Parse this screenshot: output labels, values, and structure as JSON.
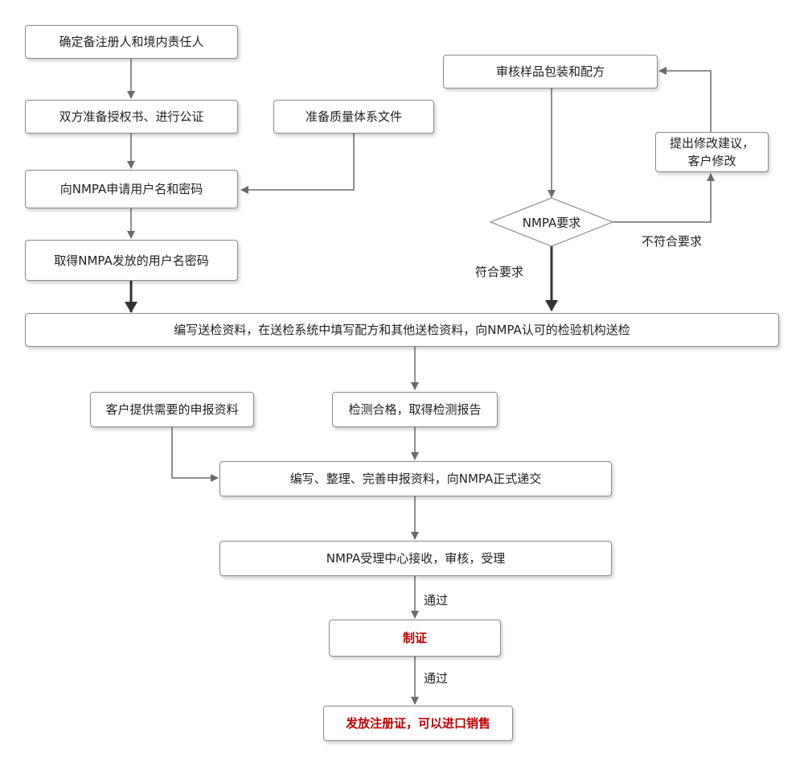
{
  "nodes": {
    "determine_registrant": "确定备注册人和境内责任人",
    "prepare_authorization": "双方准备授权书、进行公证",
    "prepare_quality_docs": "准备质量体系文件",
    "apply_username": "向NMPA申请用户名和密码",
    "obtain_username": "取得NMPA发放的用户名密码",
    "review_packaging": "审核样品包装和配方",
    "suggest_modify_line1": "提出修改建议，",
    "suggest_modify_line2": "客户修改",
    "nmpa_requirement": "NMPA要求",
    "write_test_materials": "编写送检资料，在送检系统中填写配方和其他送检资料，向NMPA认可的检验机构送检",
    "customer_provide": "客户提供需要的申报资料",
    "test_pass": "检测合格，取得检测报告",
    "compile_submit": "编写、整理、完善申报资料，向NMPA正式递交",
    "nmpa_accept": "NMPA受理中心接收，审核，受理",
    "make_certificate": "制证",
    "issue_certificate": "发放注册证，可以进口销售"
  },
  "edge_labels": {
    "not_compliant": "不符合要求",
    "compliant": "符合要求",
    "pass_1": "通过",
    "pass_2": "通过"
  },
  "colors": {
    "border": "#8a8a8a",
    "line": "#6b6b6b",
    "highlight_text": "#c00000"
  }
}
